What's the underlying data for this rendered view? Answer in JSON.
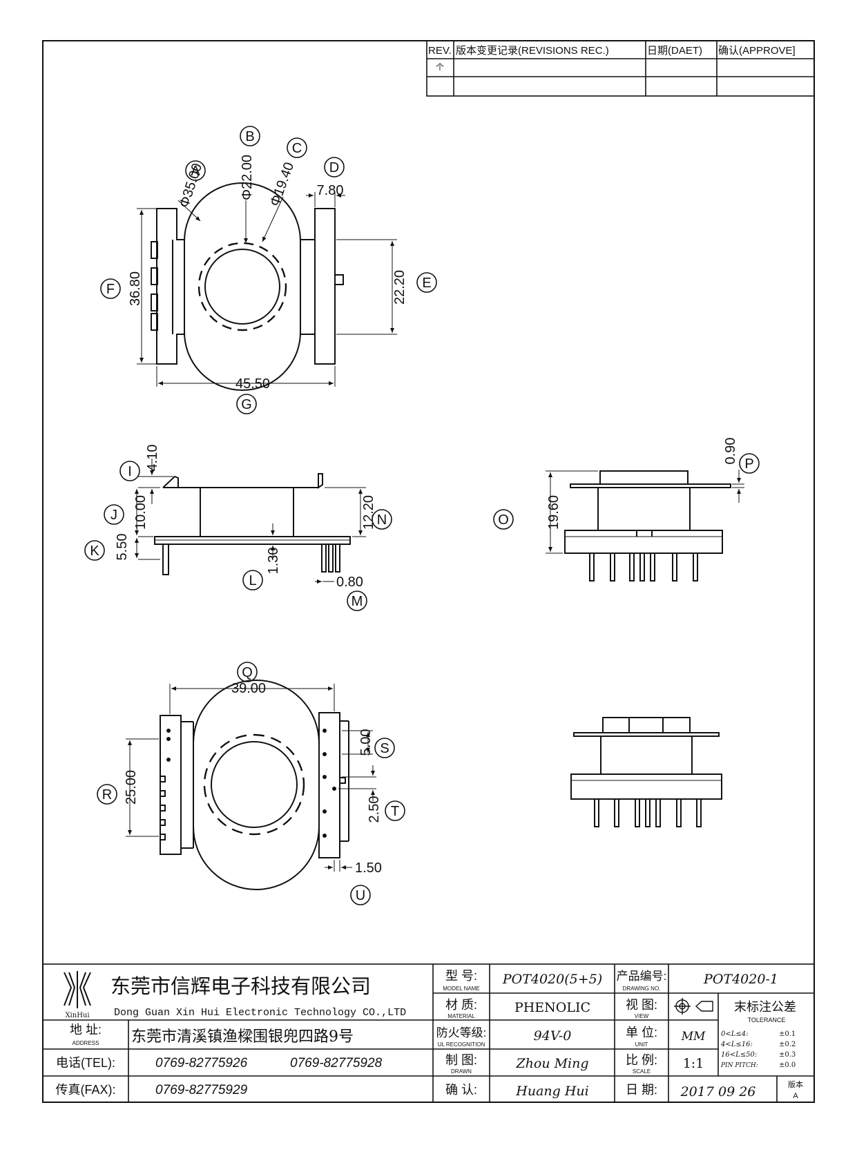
{
  "revisions": {
    "headers": [
      "REV.",
      "版本变更记录(REVISIONS REC.)",
      "日期(DAET)",
      "确认(APPROVE]"
    ],
    "rows": [
      [
        "个",
        "",
        "",
        ""
      ],
      [
        "",
        "",
        "",
        ""
      ]
    ]
  },
  "dimensions": {
    "A": "Φ35.00",
    "B": "Φ22.00",
    "C": "Φ19.40",
    "D": "7.80",
    "E": "22.20",
    "F": "36.80",
    "G": "45.50",
    "I": "4.10",
    "J": "10.00",
    "K": "5.50",
    "L": "1.30",
    "M": "0.80",
    "N": "12.20",
    "O": "19.60",
    "P": "0.90",
    "Q": "39.00",
    "R": "25.00",
    "S": "5.00",
    "T": "2.50",
    "U": "1.50"
  },
  "callout_letters": [
    "A",
    "B",
    "C",
    "D",
    "E",
    "F",
    "G",
    "I",
    "J",
    "K",
    "L",
    "M",
    "N",
    "O",
    "P",
    "Q",
    "R",
    "S",
    "T",
    "U"
  ],
  "title_block": {
    "company_cn": "东莞市信辉电子科技有限公司",
    "company_en": "Dong Guan Xin Hui Electronic Technology CO.,LTD",
    "logo_text": "XinHui",
    "address_label": "地 址:",
    "address_label_en": "ADDRESS",
    "address": "东莞市清溪镇渔樑围银兜四路9号",
    "tel_label": "电话(TEL):",
    "tel_1": "0769-82775926",
    "tel_2": "0769-82775928",
    "fax_label": "传真(FAX):",
    "fax": "0769-82775929",
    "model_label": "型 号:",
    "model_label_en": "MODEL NAME",
    "model": "POT4020(5+5)",
    "material_label": "材 质:",
    "material_label_en": "MATERIAL",
    "material": "PHENOLIC",
    "ul_label": "防火等级:",
    "ul_label_en": "UL RECOGNITION",
    "ul": "94V-0",
    "drawn_label": "制 图:",
    "drawn_label_en": "DRAWN",
    "drawn": "Zhou Ming",
    "approve_label": "确 认:",
    "approved": "Huang Hui",
    "drawing_no_label": "产品编号:",
    "drawing_no_label_en": "DRAWING NO.",
    "drawing_no": "POT4020-1",
    "view_label": "视 图:",
    "view_label_en": "VIEW",
    "unit_label": "单 位:",
    "unit_label_en": "UNIT",
    "unit": "MM",
    "scale_label": "比 例:",
    "scale_label_en": "SCALE",
    "scale": "1:1",
    "date_label": "日 期:",
    "date": "2017 09 26",
    "tol_title": "末标注公差",
    "tol_title_en": "TOLERANCE",
    "tol_rows": [
      [
        "0<L≤4:",
        "±0.1"
      ],
      [
        "4<L≤16:",
        "±0.2"
      ],
      [
        "16<L≤50:",
        "±0.3"
      ],
      [
        "PIN PITCH:",
        "±0.0"
      ]
    ],
    "version_label": "版本",
    "version": "A"
  }
}
